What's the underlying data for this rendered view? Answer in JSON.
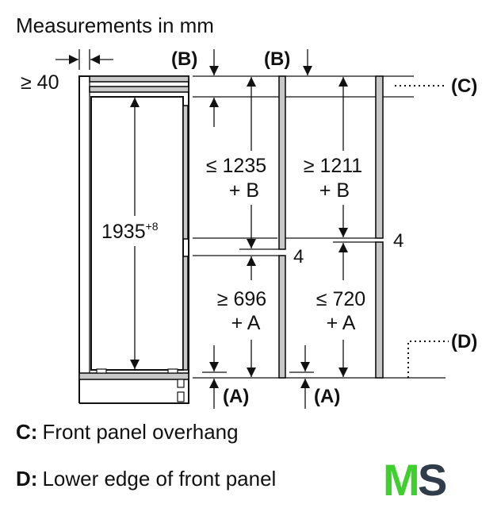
{
  "title": "Measurements in mm",
  "dimensions": {
    "side_gap": "≥ 40",
    "height": "1935",
    "height_tolerance": "+8",
    "upper_left": "≤ 1235",
    "upper_left_suffix": "+ B",
    "upper_right": "≥ 1211",
    "upper_right_suffix": "+ B",
    "lower_left": "≥ 696",
    "lower_left_suffix": "+ A",
    "lower_right": "≤ 720",
    "lower_right_suffix": "+ A",
    "gap_left": "4",
    "gap_right": "4"
  },
  "markers": {
    "b_left": "(B)",
    "b_right": "(B)",
    "a_left": "(A)",
    "a_right": "(A)",
    "c": "(C)",
    "d": "(D)"
  },
  "legend": [
    {
      "key": "C:",
      "text": "Front panel overhang"
    },
    {
      "key": "D:",
      "text": "Lower edge of front panel"
    }
  ],
  "logo": {
    "text_m": "M",
    "text_s": "S",
    "color_m": "#3fcf2f",
    "color_s": "#2f3d4a"
  }
}
